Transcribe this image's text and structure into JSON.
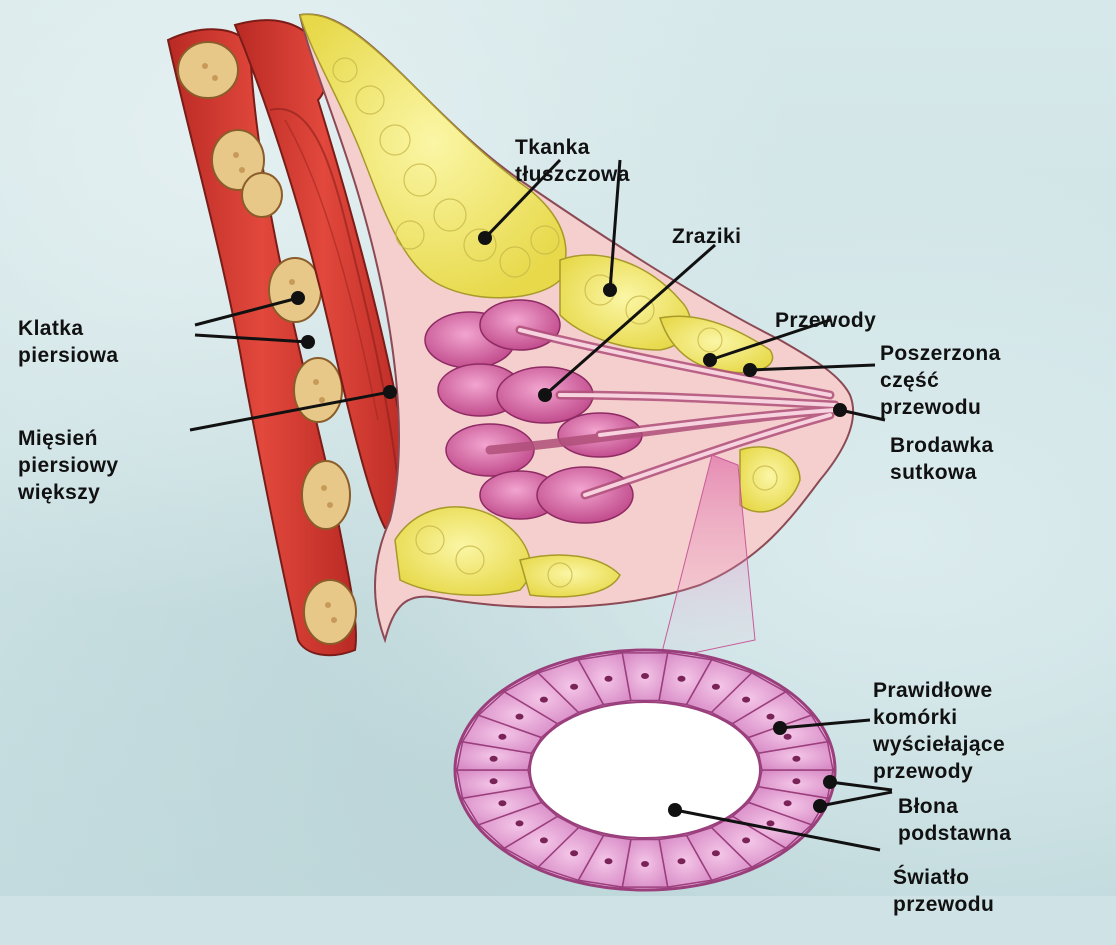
{
  "labels": {
    "tkanka": [
      "Tkanka",
      "tłuszczowa"
    ],
    "zraziki": [
      "Zraziki"
    ],
    "klatka": [
      "Klatka",
      "piersiowa"
    ],
    "przewody": [
      "Przewody"
    ],
    "poszerzona": [
      "Poszerzona",
      "część",
      "przewodu"
    ],
    "miesien": [
      "Mięsień",
      "piersiowy",
      "większy"
    ],
    "brodawka": [
      "Brodawka",
      "sutkowa"
    ],
    "prawidlowe": [
      "Prawidłowe",
      "komórki",
      "wyściełające",
      "przewody"
    ],
    "blona": [
      "Błona",
      "podstawna"
    ],
    "swiatlo": [
      "Światło",
      "przewodu"
    ]
  },
  "colors": {
    "muscle": "#d8372f",
    "fat": "#f3ec78",
    "lobule": "#d76aa6",
    "breast_tissue": "#f4c9c8",
    "rib": "#e8c98c",
    "cell": "#e8a6d6",
    "leader": "#111111"
  }
}
